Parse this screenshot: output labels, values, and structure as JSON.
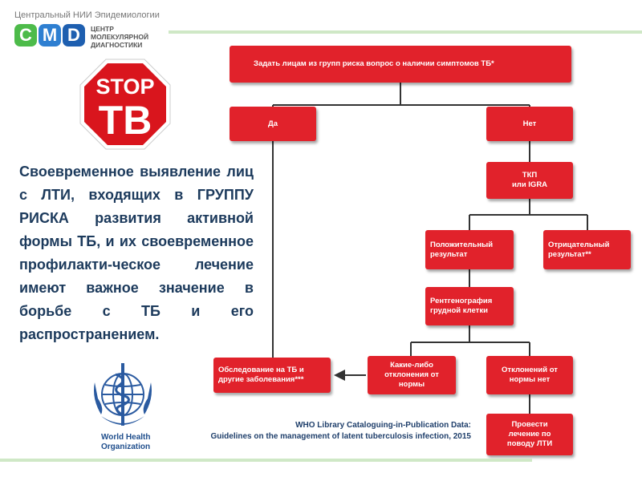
{
  "header": {
    "institute": "Центральный НИИ Эпидемиологии",
    "logo_letters": [
      "C",
      "M",
      "D"
    ],
    "logo_subtitle": [
      "ЦЕНТР",
      "МОЛЕКУЛЯРНОЙ",
      "ДИАГНОСТИКИ"
    ]
  },
  "stop_sign": {
    "line1": "STOP",
    "line2": "TB"
  },
  "description": "Своевременное выявление лиц с ЛТИ, входящих в ГРУППУ РИСКА развития активной формы ТБ, и их своевременное профилакти-ческое лечение имеют важное значение в борьбе с ТБ и его распространением.",
  "who": {
    "line1": "World Health",
    "line2": "Organization"
  },
  "flowchart": {
    "ask": "Задать лицам из групп риска вопрос о наличии симптомов ТБ*",
    "yes": "Да",
    "no": "Нет",
    "test_line1": "ТКП",
    "test_line2": "или IGRA",
    "positive_line1": "Положительный",
    "positive_line2": "результат",
    "negative_line1": "Отрицательный",
    "negative_line2": "результат**",
    "xray_line1": "Рентгенография",
    "xray_line2": "грудной клетки",
    "exam_line1": "Обследование на ТБ и",
    "exam_line2": "другие заболевания***",
    "abnormal_line1": "Какие-либо",
    "abnormal_line2": "отклонения от",
    "abnormal_line3": "нормы",
    "normal_line1": "Отклонений от",
    "normal_line2": "нормы нет",
    "treat_line1": "Провести",
    "treat_line2": "лечение по",
    "treat_line3": "поводу ЛТИ"
  },
  "citation": {
    "line1": "WHO Library Cataloguing-in-Publication Data:",
    "line2": "Guidelines on the management of latent tuberculosis infection, 2015"
  },
  "colors": {
    "box_red": "#e1222b",
    "line_dark": "#333333",
    "green_line": "#cfe8c6",
    "text_blue": "#1c3a5c"
  }
}
